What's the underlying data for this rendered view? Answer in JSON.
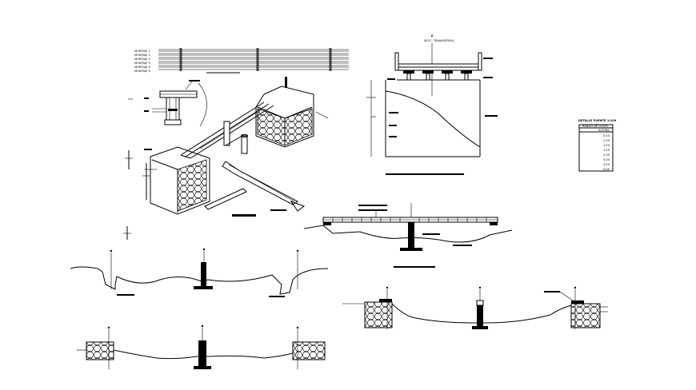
{
  "drawing": {
    "legend_rows": [
      "MONTAJE 1",
      "MONTAJE 2",
      "MONTAJE 3",
      "MONTAJE 4",
      "MONTAJE 5",
      "MONTAJE 6"
    ],
    "section_marker": "E",
    "section_top_label": "SECC. TRANSVERSAL",
    "table_title": "DETALLE PUENTE 1:100",
    "table_header": "RANGO DE LUCES",
    "table_subheader": "ALTURA",
    "table_values": [
      "0.50",
      "1.00",
      "1.50",
      "2.00",
      "2.50",
      "3.00",
      "3.50",
      "4.00"
    ]
  }
}
